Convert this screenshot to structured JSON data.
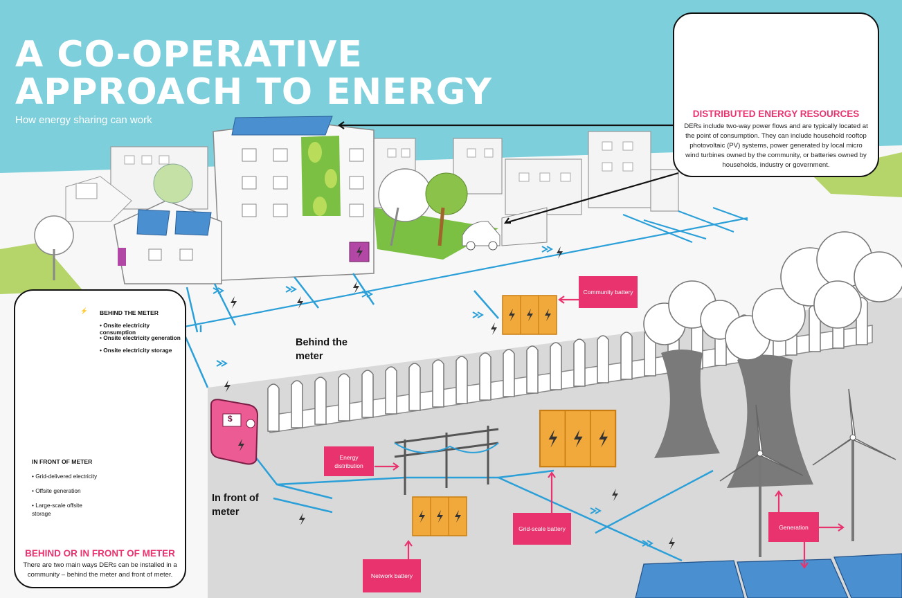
{
  "header": {
    "title_line1": "A CO-OPERATIVE",
    "title_line2": "APPROACH TO ENERGY",
    "subtitle": "How energy sharing can work"
  },
  "der_panel": {
    "title": "DISTRIBUTED ENERGY RESOURCES",
    "body": "DERs include two-way power flows and are typically located at the point of consumption. They can include household rooftop photovoltaic (PV) systems, power generated by local micro wind turbines owned by the community, or batteries owned by households, industry or government."
  },
  "legend_panel": {
    "behind_heading": "BEHIND THE METER",
    "behind_items": [
      "Onsite electricity consumption",
      "Onsite electricity generation",
      "Onsite electricity storage"
    ],
    "front_heading": "IN FRONT OF METER",
    "front_items": [
      "Grid-delivered electricity",
      "Offsite generation",
      "Large-scale offsite storage"
    ],
    "title": "BEHIND OR IN FRONT OF METER",
    "body": "There are two main ways DERs can be installed in a community – behind the meter and front of meter."
  },
  "labels": {
    "community_battery": "Community battery",
    "energy_distribution": "Energy distribution",
    "grid_scale_battery": "Grid-scale battery",
    "network_battery": "Network battery",
    "generation": "Generation",
    "behind_meter": "Behind the meter",
    "front_meter": "In front of meter",
    "meter_symbol": "$"
  },
  "colors": {
    "sky": "#7ecfdc",
    "accent_pink": "#e8336e",
    "line_blue": "#2a9fd8",
    "battery_orange": "#f2a93b",
    "grass_green": "#b5d46a",
    "meter_pink": "#ec5b93",
    "panel_blue": "#4a90d0"
  },
  "icons": [
    "lightning-icon",
    "chevron-flow-icon",
    "solar-panel-icon",
    "battery-icon",
    "electricity-meter-icon",
    "wind-turbine-icon",
    "cooling-tower-icon",
    "power-pole-icon"
  ]
}
